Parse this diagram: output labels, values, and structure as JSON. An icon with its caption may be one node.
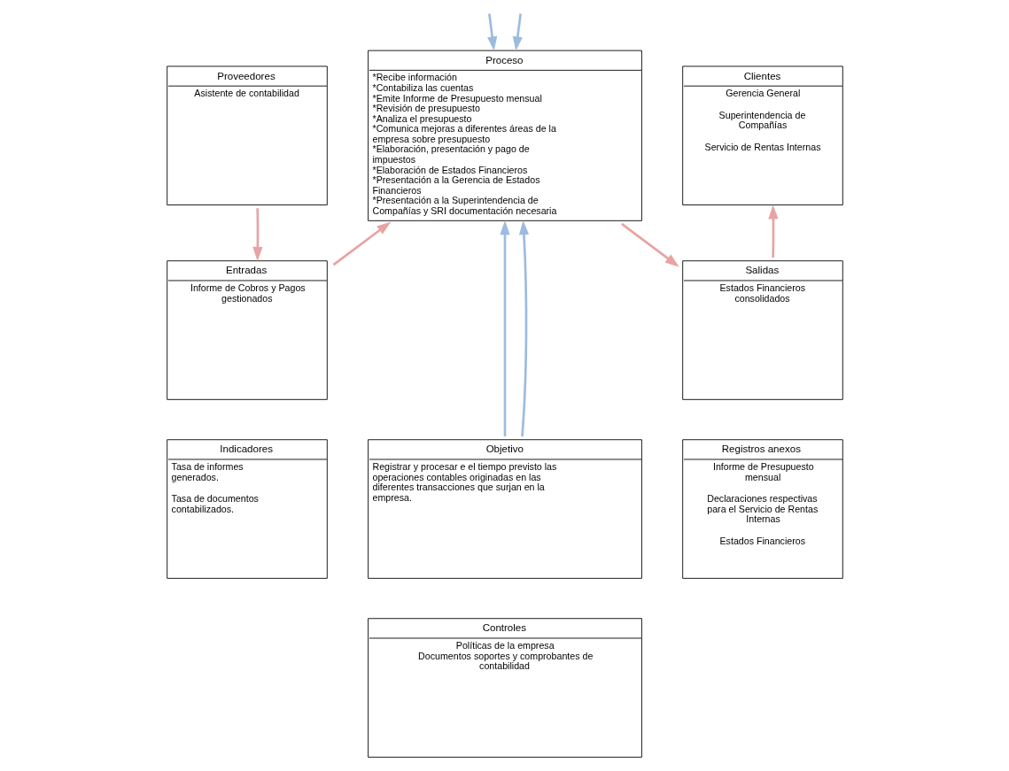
{
  "diagram": {
    "nodes": [
      {
        "text": [
          "Proveedores",
          "Asistente de contabilidad"
        ]
      },
      {
        "text": [
          "Proceso",
          "*Recibe información",
          "*Contabiliza las cuentas",
          "*Emite Informe de Presupuesto mensual",
          "*Revisión de presupuesto",
          "*Analiza el presupuesto",
          "*Comunica mejoras a diferentes áreas de la empresa sobre presupuesto",
          "*Elaboración, presentación y pago de impuestos",
          "*Elaboración de Estados Financieros",
          "*Presentación a la Gerencia de Estados Financieros",
          "*Presentación a la Superintendencia de Compañías y SRI documentación necesaria"
        ]
      },
      {
        "text": [
          "Clientes",
          "Gerencia General",
          "Superintendencia de Compañías",
          "Servicio de Rentas Internas"
        ]
      },
      {
        "text": [
          "Entradas",
          "Informe de Cobros y Pagos gestionados"
        ]
      },
      {
        "text": [
          "Salidas",
          "Estados Financieros consolidados"
        ]
      },
      {
        "text": [
          "Objetivo",
          "Registrar y procesar e el tiempo previsto las operaciones contables originadas en las diferentes transacciones que surjan en la empresa."
        ]
      },
      {
        "text": [
          "Indicadores",
          "Tasa de informes generados.",
          "Tasa de documentos contabilizados."
        ]
      },
      {
        "text": [
          "Registros anexos",
          "Informe de Presupuesto mensual",
          "Declaraciones respectivas para el Servicio de Rentas Internas",
          "Estados Financieros"
        ]
      },
      {
        "text": [
          "Controles",
          "Políticas de la empresa",
          "Documentos soportes y comprobantes de contabilidad"
        ]
      }
    ],
    "edges": [
      {
        "from": null,
        "to": 1,
        "arrow": "to",
        "color": "#9dbbe0"
      },
      {
        "from": null,
        "to": 1,
        "arrow": "to",
        "color": "#9dbbe0"
      },
      {
        "from": 0,
        "to": 3,
        "arrow": "to",
        "color": "#e8a3a3"
      },
      {
        "from": 3,
        "to": 1,
        "arrow": "to",
        "color": "#e8a3a3"
      },
      {
        "from": 1,
        "to": 4,
        "arrow": "to",
        "color": "#e8a3a3"
      },
      {
        "from": 4,
        "to": 2,
        "arrow": "to",
        "color": "#e8a3a3"
      },
      {
        "from": 5,
        "to": 1,
        "arrow": "to",
        "color": "#9dbbe0"
      },
      {
        "from": 5,
        "to": 1,
        "arrow": "to",
        "color": "#9dbbe0"
      }
    ]
  }
}
